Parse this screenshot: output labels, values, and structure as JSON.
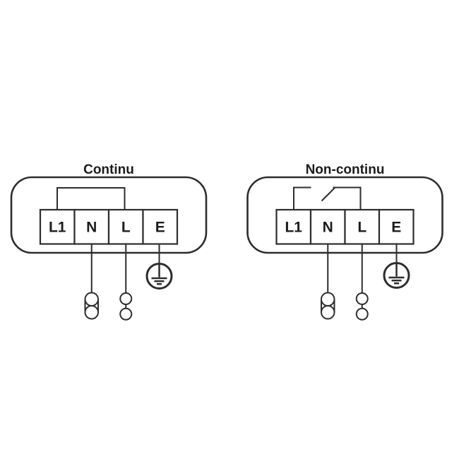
{
  "figure": {
    "background_color": "#ffffff",
    "line_color": "#2d2d2d",
    "text_color": "#1c1c1c"
  },
  "diagrams": [
    {
      "title": "Continu",
      "terminals": [
        "L1",
        "N",
        "L",
        "E"
      ],
      "top_link": "closed-jumper",
      "icons": [
        "earth-ground-icon",
        "twin-ferrule-connector-icon",
        "ring-terminals-connector-icon"
      ]
    },
    {
      "title": "Non-continu",
      "terminals": [
        "L1",
        "N",
        "L",
        "E"
      ],
      "top_link": "open-switch",
      "icons": [
        "earth-ground-icon",
        "twin-ferrule-connector-icon",
        "ring-terminals-connector-icon"
      ]
    }
  ]
}
